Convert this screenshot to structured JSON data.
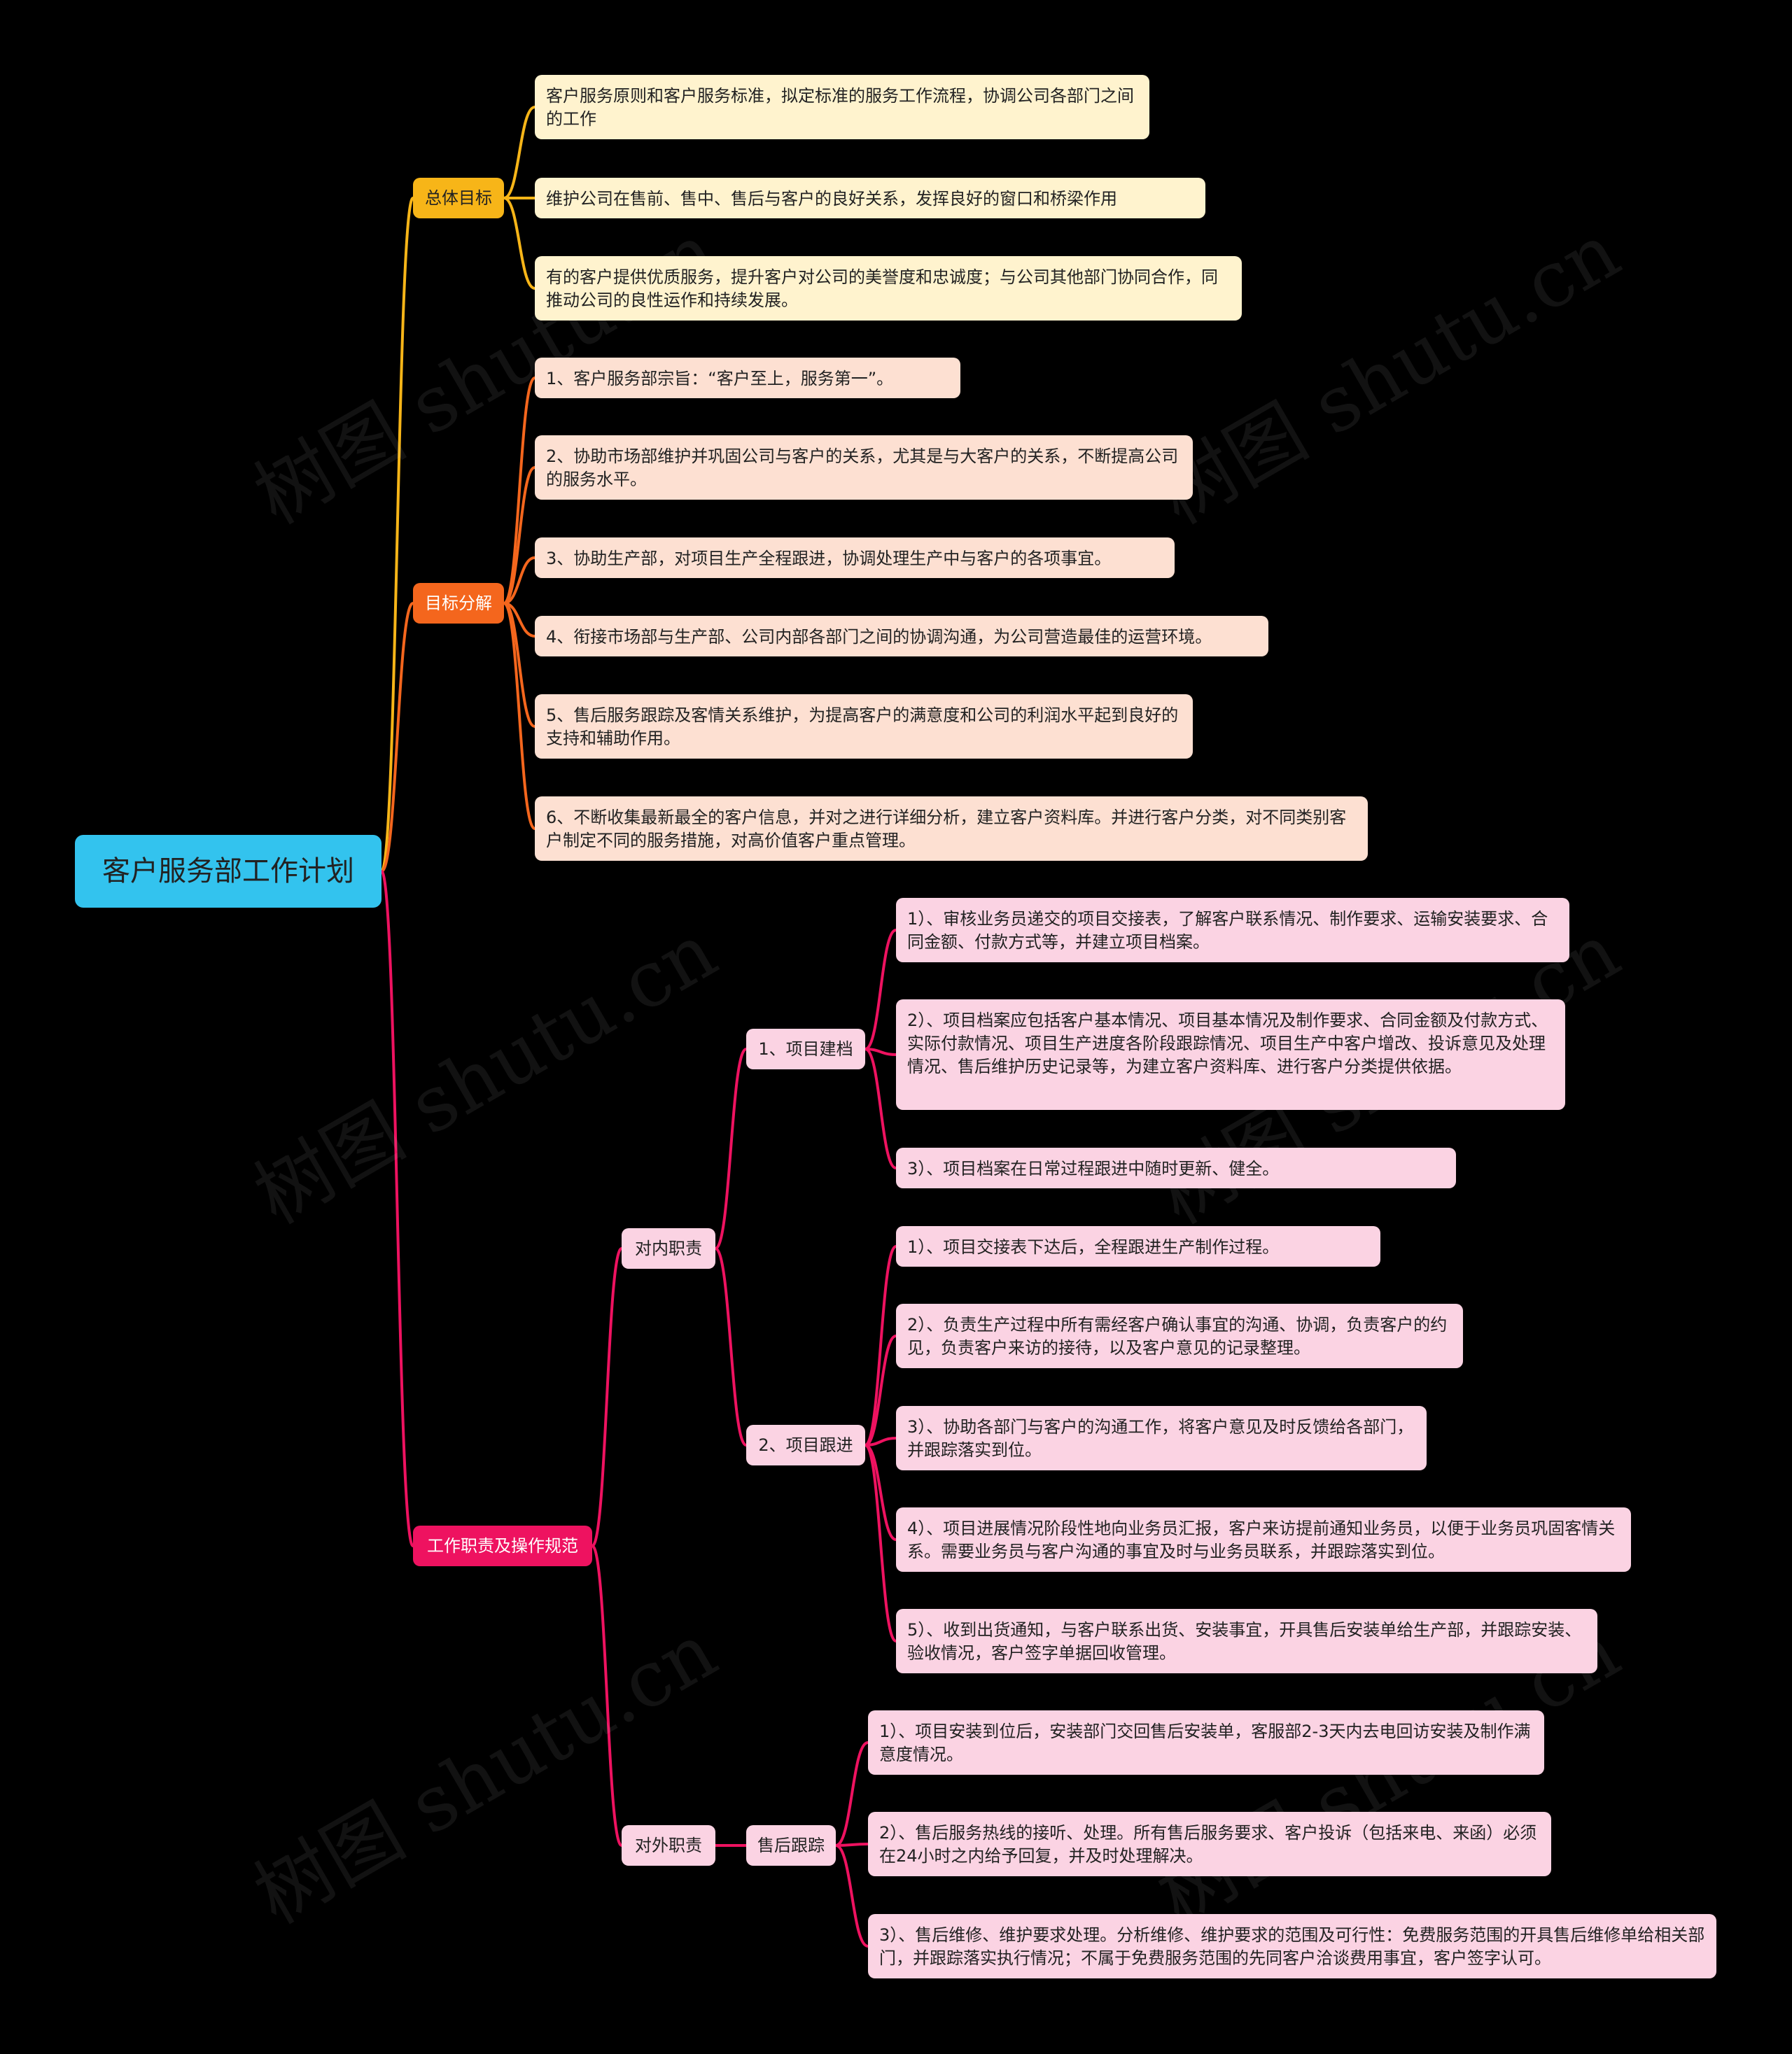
{
  "root": {
    "label": "客户服务部工作计划"
  },
  "branches": [
    {
      "label": "总体目标",
      "color": "#f7b518",
      "items": [
        "客户服务原则和客户服务标准，拟定标准的服务工作流程，协调公司各部门之间的工作",
        "维护公司在售前、售中、售后与客户的良好关系，发挥良好的窗口和桥梁作用",
        "有的客户提供优质服务，提升客户对公司的美誉度和忠诚度；与公司其他部门协同合作，同推动公司的良性运作和持续发展。"
      ]
    },
    {
      "label": "目标分解",
      "color": "#f4661d",
      "items": [
        "1、客户服务部宗旨：“客户至上，服务第一”。",
        "2、协助市场部维护并巩固公司与客户的关系，尤其是与大客户的关系，不断提高公司的服务水平。",
        "3、协助生产部，对项目生产全程跟进，协调处理生产中与客户的各项事宜。",
        "4、衔接市场部与生产部、公司内部各部门之间的协调沟通，为公司营造最佳的运营环境。",
        "5、售后服务跟踪及客情关系维护，为提高客户的满意度和公司的利润水平起到良好的支持和辅助作用。",
        "6、不断收集最新最全的客户信息，并对之进行详细分析，建立客户资料库。并进行客户分类，对不同类别客户制定不同的服务措施，对高价值客户重点管理。"
      ]
    },
    {
      "label": "工作职责及操作规范",
      "color": "#ee1260",
      "groups": [
        {
          "label": "对内职责",
          "subs": [
            {
              "label": "1、项目建档",
              "items": [
                "1）、审核业务员递交的项目交接表，了解客户联系情况、制作要求、运输安装要求、合同金额、付款方式等，并建立项目档案。",
                "2）、项目档案应包括客户基本情况、项目基本情况及制作要求、合同金额及付款方式、实际付款情况、项目生产进度各阶段跟踪情况、项目生产中客户增改、投诉意见及处理情况、售后维护历史记录等，为建立客户资料库、进行客户分类提供依据。",
                "3）、项目档案在日常过程跟进中随时更新、健全。"
              ]
            },
            {
              "label": "2、项目跟进",
              "items": [
                "1）、项目交接表下达后，全程跟进生产制作过程。",
                "2）、负责生产过程中所有需经客户确认事宜的沟通、协调，负责客户的约见，负责客户来访的接待，以及客户意见的记录整理。",
                "3）、协助各部门与客户的沟通工作，将客户意见及时反馈给各部门，并跟踪落实到位。",
                "4）、项目进展情况阶段性地向业务员汇报，客户来访提前通知业务员，以便于业务员巩固客情关系。需要业务员与客户沟通的事宜及时与业务员联系，并跟踪落实到位。",
                "5）、收到出货通知，与客户联系出货、安装事宜，开具售后安装单给生产部，并跟踪安装、验收情况，客户签字单据回收管理。"
              ]
            }
          ]
        },
        {
          "label": "对外职责",
          "subs": [
            {
              "label": "售后跟踪",
              "items": [
                "1）、项目安装到位后，安装部门交回售后安装单，客服部2-3天内去电回访安装及制作满意度情况。",
                "2）、售后服务热线的接听、处理。所有售后服务要求、客户投诉（包括来电、来函）必须在24小时之内给予回复，并及时处理解决。",
                "3）、售后维修、维护要求处理。分析维修、维护要求的范围及可行性：免费服务范围的开具售后维修单给相关部门，并跟踪落实执行情况；不属于免费服务范围的先同客户洽谈费用事宜，客户签字认可。"
              ]
            }
          ]
        }
      ]
    }
  ],
  "watermark": "树图 shutu.cn"
}
